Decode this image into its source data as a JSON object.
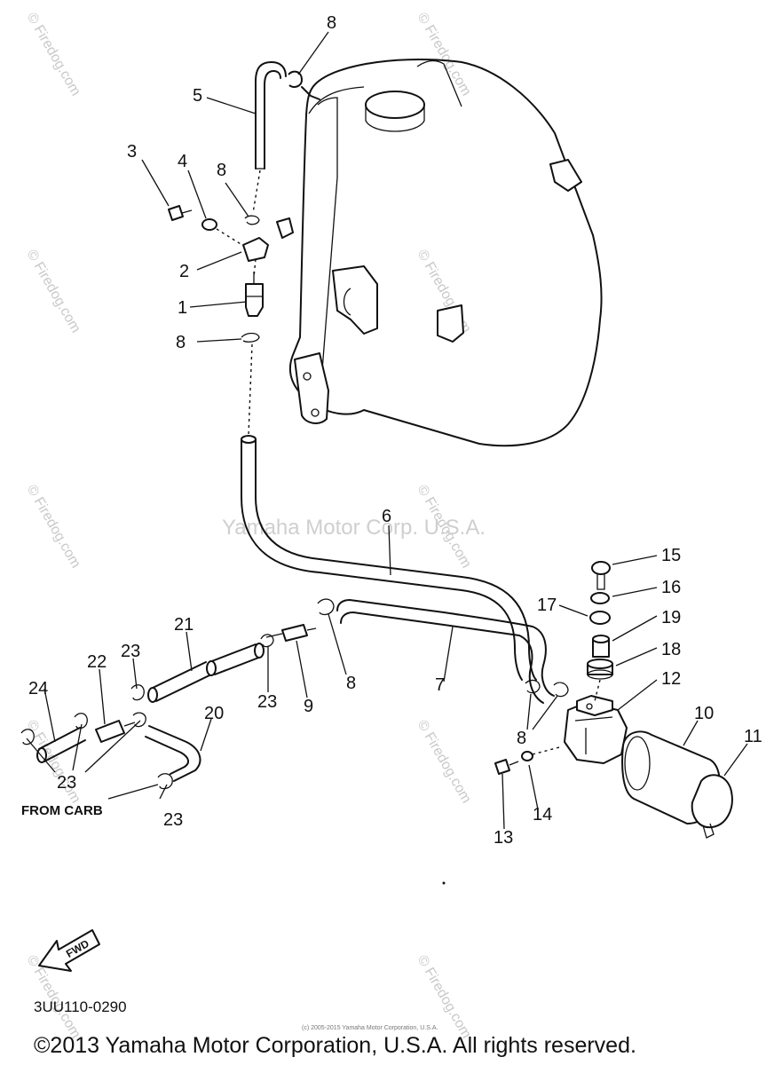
{
  "watermarks": {
    "site": "© Firedog.com",
    "center": "Yamaha Motor Corp. U.S.A."
  },
  "callouts": {
    "p1": "1",
    "p2": "2",
    "p3": "3",
    "p4": "4",
    "p5": "5",
    "p6": "6",
    "p7": "7",
    "p8a": "8",
    "p8b": "8",
    "p8c": "8",
    "p8d": "8",
    "p8e": "8",
    "p9": "9",
    "p10": "10",
    "p11": "11",
    "p12": "12",
    "p13": "13",
    "p14": "14",
    "p15": "15",
    "p16": "16",
    "p17": "17",
    "p18": "18",
    "p19": "19",
    "p20": "20",
    "p21": "21",
    "p22": "22",
    "p23a": "23",
    "p23b": "23",
    "p23c": "23",
    "p23d": "23",
    "p24": "24"
  },
  "labels": {
    "from_carb": "FROM CARB",
    "fwd": "FWD",
    "diagram_code": "3UU110-0290",
    "small_copyright": "(c) 2005-2015 Yamaha Motor Corporation, U.S.A.",
    "copyright": "©2013 Yamaha Motor Corporation, U.S.A. All rights reserved."
  }
}
